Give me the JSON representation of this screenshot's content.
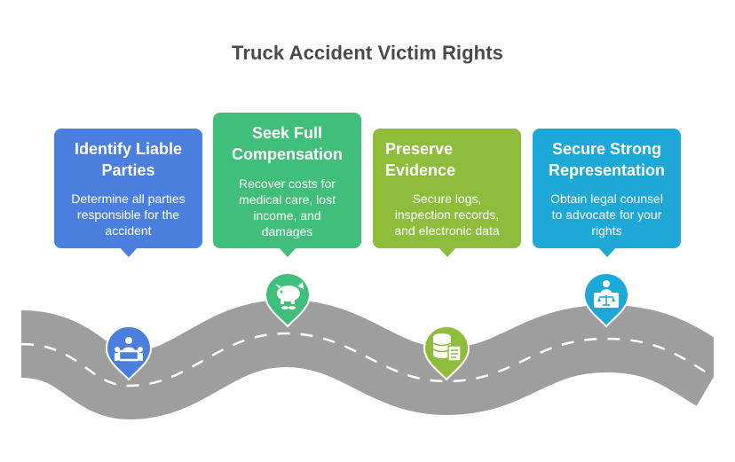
{
  "title": "Truck Accident Victim Rights",
  "steps": [
    {
      "heading": "Identify Liable Parties",
      "heading_lines": "Identify Liable\nParties",
      "description": "Determine all parties\nresponsible for the\naccident",
      "color": "#4a7fe0",
      "icon": "meeting-icon"
    },
    {
      "heading": "Seek Full Compensation",
      "heading_lines": "Seek Full\nCompensation",
      "description": "Recover costs for\nmedical care, lost\nincome, and\ndamages",
      "color": "#3fbf7a",
      "icon": "piggy-bank-icon"
    },
    {
      "heading": "Preserve Evidence",
      "heading_lines": "Preserve\nEvidence",
      "description": "Secure logs,\ninspection records,\nand electronic data",
      "color": "#8ebd3c",
      "icon": "database-document-icon"
    },
    {
      "heading": "Secure Strong Representation",
      "heading_lines": "Secure Strong\nRepresentation",
      "description": "Obtain legal counsel\nto advocate for your\nrights",
      "color": "#1ea8d8",
      "icon": "lawyer-scales-icon"
    }
  ],
  "colors": {
    "road": "#9e9e9e",
    "road_dash": "#ffffff",
    "title": "#4a4a4a"
  }
}
